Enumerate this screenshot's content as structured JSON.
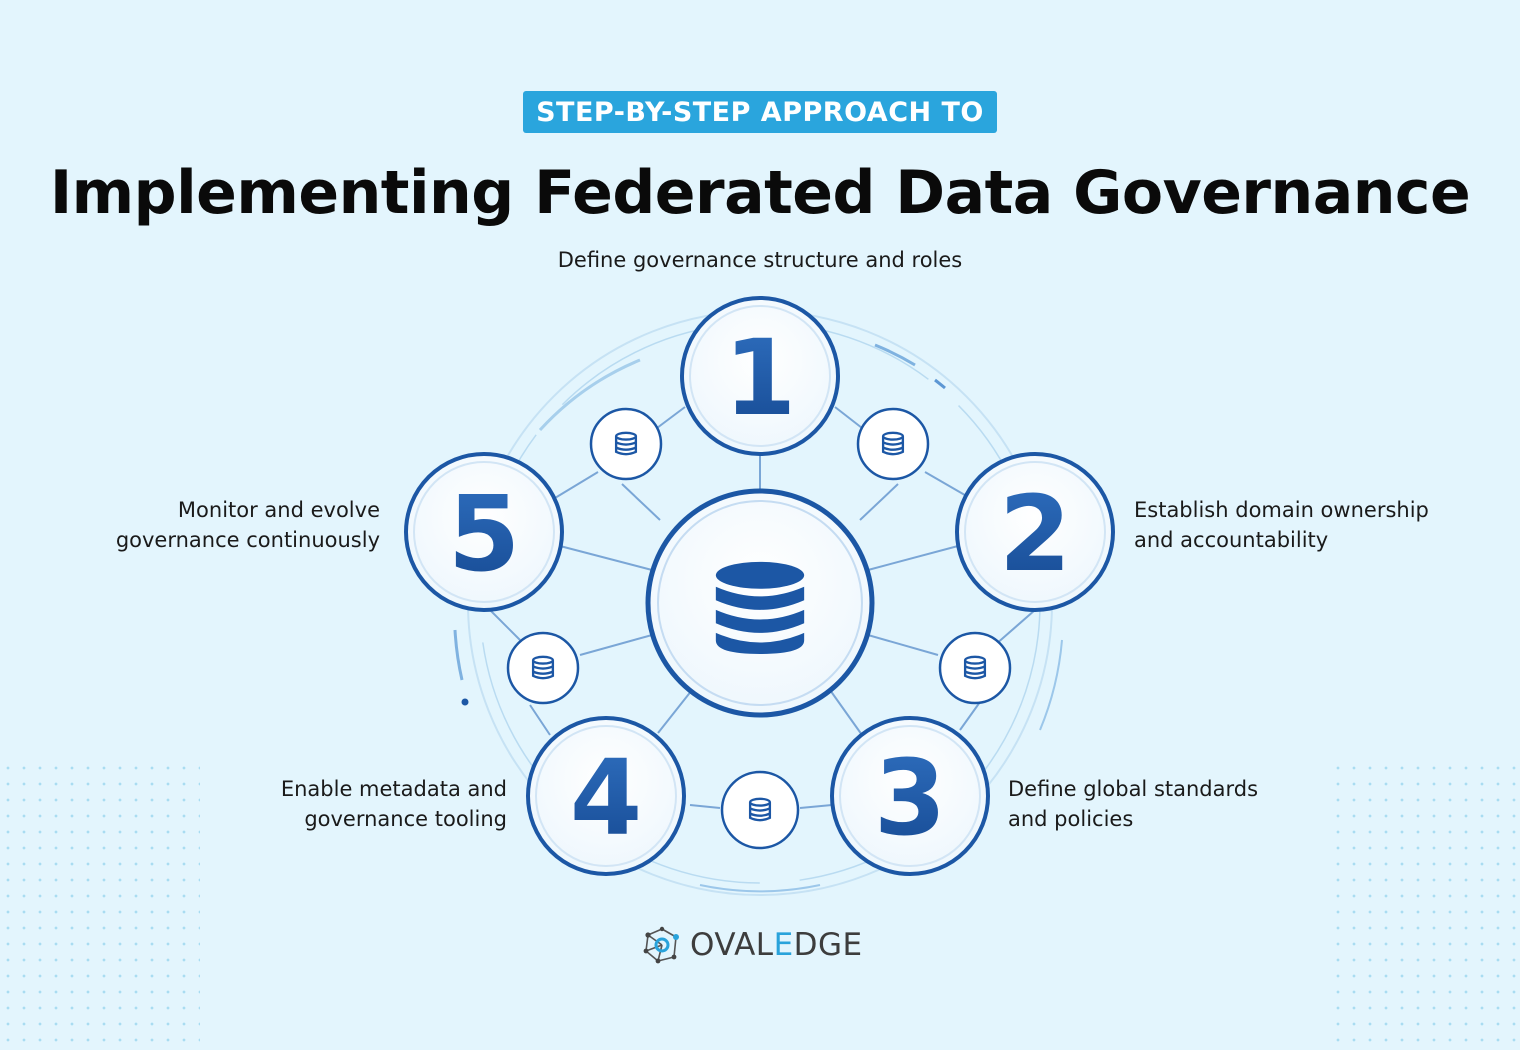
{
  "header": {
    "kicker": "STEP-BY-STEP APPROACH TO",
    "title": "Implementing Federated Data Governance"
  },
  "steps": [
    {
      "number": "1",
      "text": "Define governance structure and roles"
    },
    {
      "number": "2",
      "line1": "Establish domain ownership",
      "line2": "and accountability"
    },
    {
      "number": "3",
      "line1": "Define global standards",
      "line2": "and policies"
    },
    {
      "number": "4",
      "line1": "Enable metadata and",
      "line2": "governance tooling"
    },
    {
      "number": "5",
      "line1": "Monitor and evolve",
      "line2": "governance continuously"
    }
  ],
  "logo": {
    "part1": "OVAL",
    "part2": "E",
    "part3": "DGE"
  },
  "colors": {
    "background": "#e3f5fd",
    "kicker_bg": "#2aa5dd",
    "circle_stroke": "#1c57a5",
    "number_fill": "#1e5aa8",
    "line": "#7aa6d6"
  },
  "icons": {
    "center": "database-icon",
    "small": "database-icon"
  }
}
